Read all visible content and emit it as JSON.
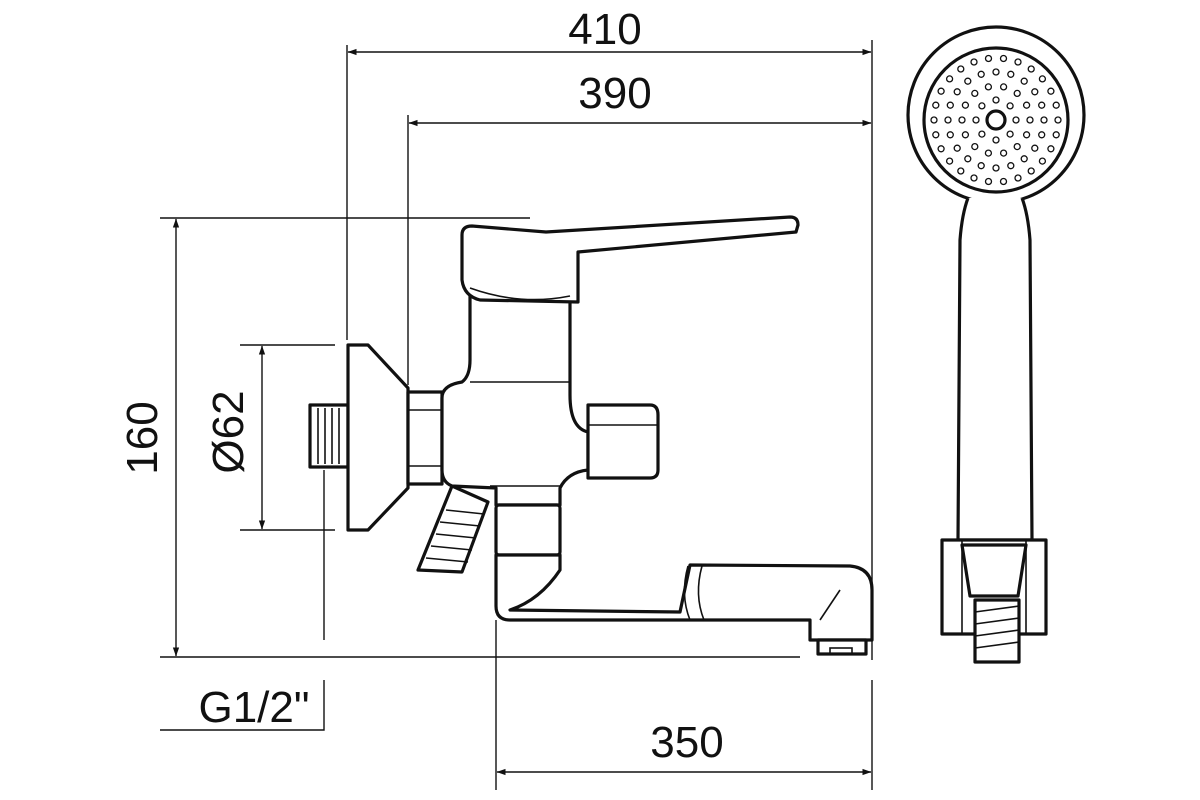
{
  "title": "",
  "dimensions": {
    "overall_length": "410",
    "body_length": "390",
    "height": "160",
    "flange_diameter": "Ø62",
    "connection_thread": "G1/2\"",
    "spout_length": "350"
  },
  "colors": {
    "line": "#111111",
    "background": "#ffffff"
  },
  "icons": {
    "shower_head": "shower-head-icon"
  }
}
